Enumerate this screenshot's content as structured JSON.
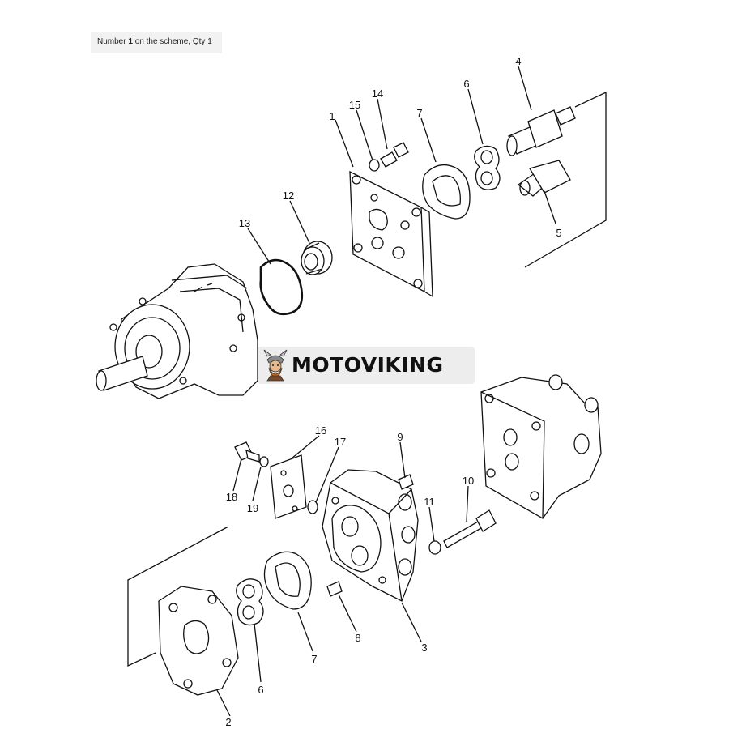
{
  "header": {
    "prefix": "Number ",
    "number": "1",
    "suffix": " on the scheme, Qty 1"
  },
  "watermark": {
    "text": "MOTOVIKING",
    "logo_icon": "viking-mascot-icon"
  },
  "callouts": [
    {
      "id": "callout-1",
      "label": "1"
    },
    {
      "id": "callout-2",
      "label": "2"
    },
    {
      "id": "callout-3",
      "label": "3"
    },
    {
      "id": "callout-4",
      "label": "4"
    },
    {
      "id": "callout-5",
      "label": "5"
    },
    {
      "id": "callout-6a",
      "label": "6"
    },
    {
      "id": "callout-6b",
      "label": "6"
    },
    {
      "id": "callout-7a",
      "label": "7"
    },
    {
      "id": "callout-7b",
      "label": "7"
    },
    {
      "id": "callout-8",
      "label": "8"
    },
    {
      "id": "callout-9",
      "label": "9"
    },
    {
      "id": "callout-10",
      "label": "10"
    },
    {
      "id": "callout-11",
      "label": "11"
    },
    {
      "id": "callout-12",
      "label": "12"
    },
    {
      "id": "callout-13",
      "label": "13"
    },
    {
      "id": "callout-14",
      "label": "14"
    },
    {
      "id": "callout-15",
      "label": "15"
    },
    {
      "id": "callout-16",
      "label": "16"
    },
    {
      "id": "callout-17",
      "label": "17"
    },
    {
      "id": "callout-18",
      "label": "18"
    },
    {
      "id": "callout-19",
      "label": "19"
    }
  ]
}
